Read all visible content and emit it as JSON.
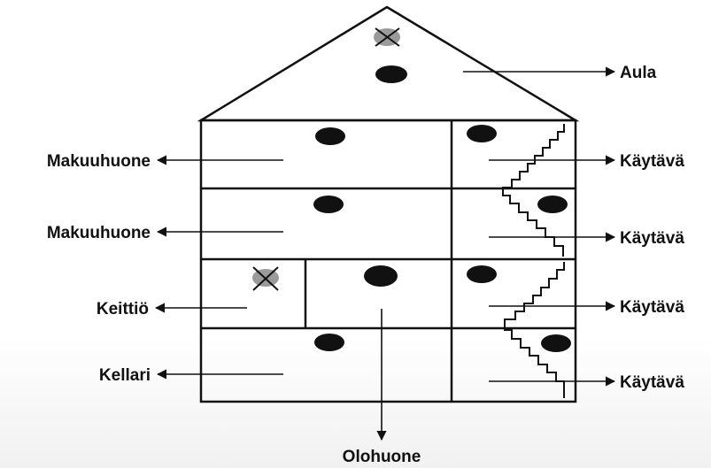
{
  "labels": {
    "aula": "Aula",
    "bedroom_top": "Makuuhuone",
    "bedroom_middle": "Makuuhuone",
    "kitchen": "Keittiö",
    "basement": "Kellari",
    "living_room": "Olohuone",
    "hallway_1": "Käytävä",
    "hallway_2": "Käytävä",
    "hallway_3": "Käytävä",
    "hallway_4": "Käytävä"
  },
  "colors": {
    "line": "#111111",
    "crossed_marker": "#9a9a9a"
  },
  "markers": {
    "attic": [
      "crossed-marker",
      "dot-marker"
    ],
    "bedroom_top": [
      "dot-marker"
    ],
    "hallway_1": [
      "dot-marker"
    ],
    "bedroom_middle": [
      "dot-marker"
    ],
    "hallway_2": [
      "dot-marker"
    ],
    "kitchen": [
      "crossed-marker"
    ],
    "living_room": [
      "dot-marker"
    ],
    "hallway_3": [
      "dot-marker"
    ],
    "basement": [
      "dot-marker"
    ],
    "hallway_4": [
      "dot-marker"
    ]
  }
}
